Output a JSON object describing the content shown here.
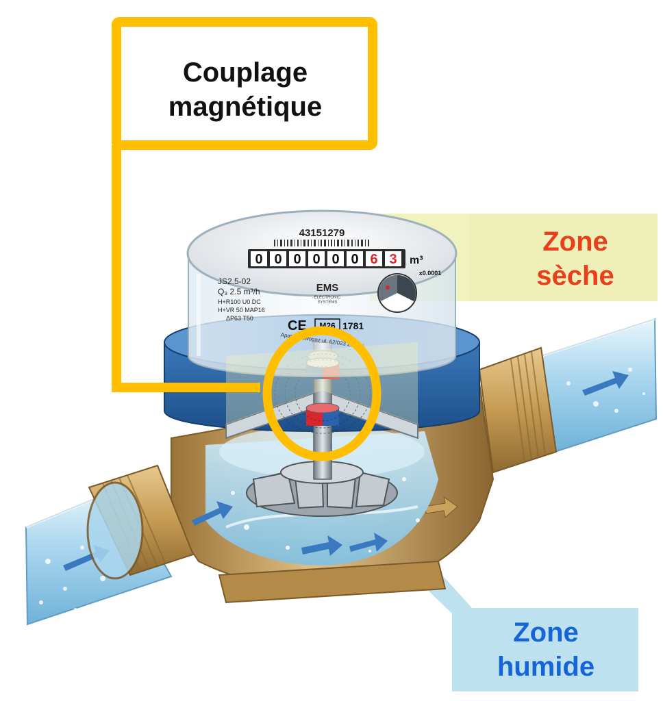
{
  "callouts": {
    "coupling": {
      "line1": "Couplage",
      "line2": "magnétique"
    },
    "dry_zone": {
      "line1": "Zone",
      "line2": "sèche"
    },
    "wet_zone": {
      "line1": "Zone",
      "line2": "humide"
    }
  },
  "meter": {
    "serial": "43151279",
    "counter_digits": [
      "0",
      "0",
      "0",
      "0",
      "0",
      "0",
      "6",
      "3"
    ],
    "unit": "m³",
    "multiplier": "x0.0001",
    "model": "JS2.5-02",
    "flow": "Q₃ 2.5 m³/h",
    "spec_line1": "H+R100  U0 DC",
    "spec_line2": "H+VR 50 MAP16",
    "spec_line3": "ΔP63  T50",
    "brand": "EMS",
    "brand_sub1": "ELECTRONIC",
    "brand_sub2": "SYSTEMS",
    "ce_mark": "CE",
    "metrology_mark": "M26",
    "cert_number": "1781",
    "footer": "Apator Powogaz  ul. 62/023 Żerniki"
  },
  "colors": {
    "callout_border": "#ffbe00",
    "dry_zone_fill": "#f1f3bf",
    "wet_zone_fill": "#bde1ee",
    "dry_zone_text": "#e8401c",
    "wet_zone_text": "#1665d8",
    "counter_red": "#d9262c",
    "meter_blue": "#2a66a8",
    "brass": "#c69a52"
  }
}
